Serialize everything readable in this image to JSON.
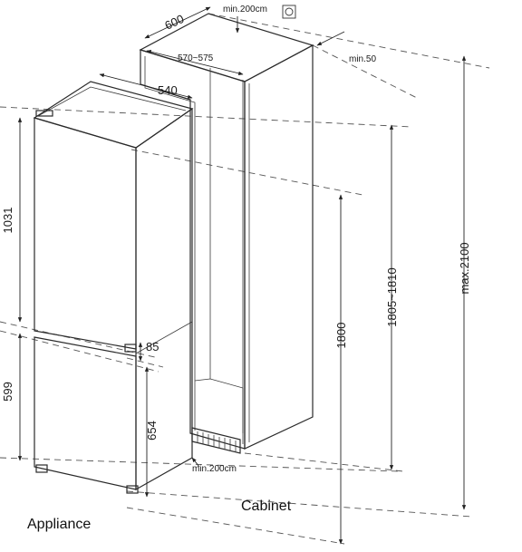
{
  "dimensions": {
    "cabinet_depth": "600",
    "cabinet_inner_width": "570~575",
    "vent_top": "min.200cm",
    "rear_gap": "min.50",
    "appliance_width": "540",
    "upper_door_height": "1031",
    "lower_door_height": "599",
    "gap_between_doors": "85",
    "lower_mount_height": "654",
    "appliance_height": "1800",
    "niche_height": "1805~1810",
    "max_height": "max.2100",
    "vent_bottom": "min.200cm"
  },
  "labels": {
    "appliance": "Appliance",
    "cabinet": "Cabinet"
  },
  "colors": {
    "line": "#2a2a2a",
    "dash": "#555555",
    "background": "#ffffff"
  },
  "icons": {
    "vent": "ventilation-grille-icon",
    "ring": "circle-symbol-icon"
  }
}
